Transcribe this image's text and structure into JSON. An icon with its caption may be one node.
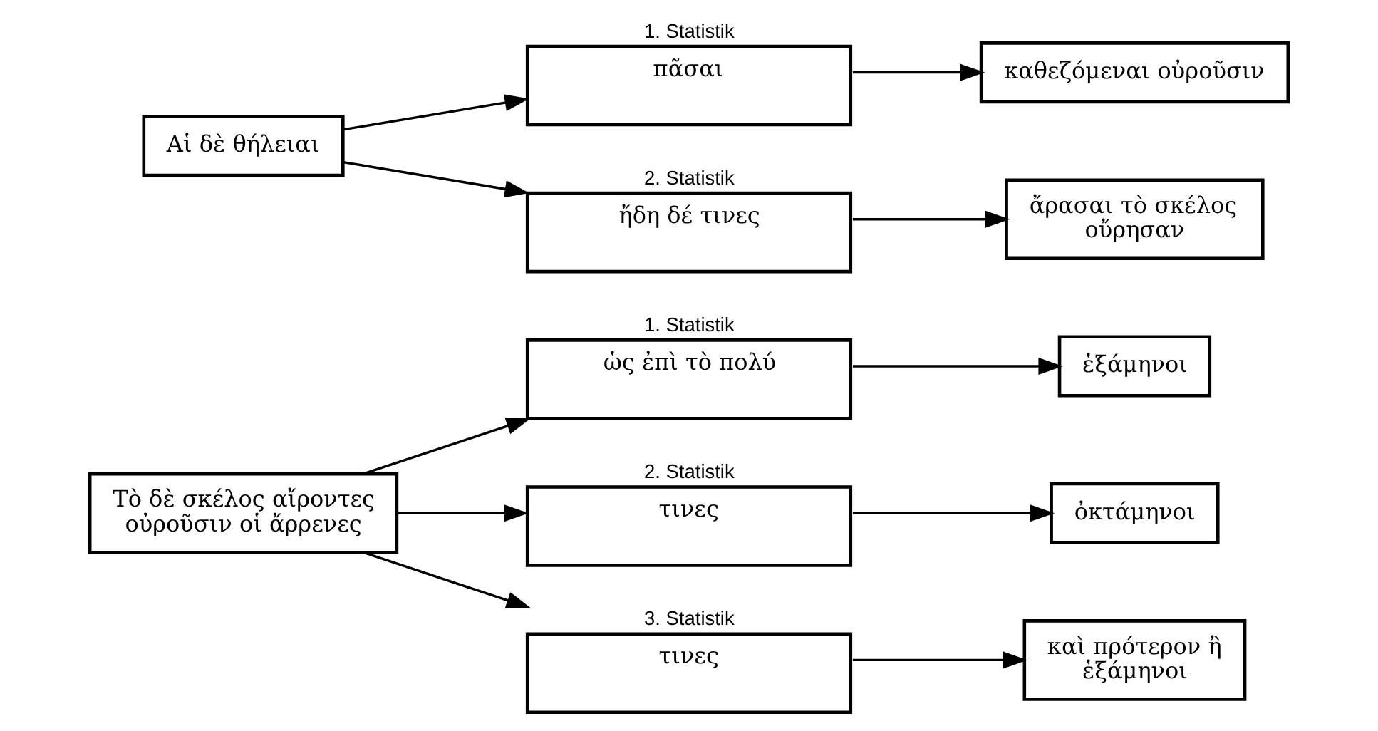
{
  "diagram": {
    "nodes": [
      {
        "text": [
          "Τὸ δὲ σκέλος αἴροντες οὐροῦσιν οἱ ἄρρενες"
        ]
      },
      {
        "text": [
          "1. Statistik",
          "ὡς ἐπὶ τὸ πολύ"
        ]
      },
      {
        "text": [
          "ἑξάμηνοι"
        ]
      },
      {
        "text": [
          "2. Statistik",
          "τινες"
        ]
      },
      {
        "text": [
          "ὀκτάμηνοι"
        ]
      },
      {
        "text": [
          "3. Statistik",
          "τινες"
        ]
      },
      {
        "text": [
          "καὶ πρότερον ἢ ἑξάμηνοι"
        ]
      },
      {
        "text": [
          "Αἱ δὲ θήλειαι"
        ]
      },
      {
        "text": [
          "1. Statistik",
          "πᾶσαι"
        ]
      },
      {
        "text": [
          "καθεζόμεναι οὐροῦσιν"
        ]
      },
      {
        "text": [
          "2. Statistik",
          "ἤδη δέ τινες"
        ]
      },
      {
        "text": [
          "ἄρασαι τὸ σκέλος οὔρησαν"
        ]
      }
    ],
    "edges": [
      {
        "from": 0,
        "to": 1,
        "arrow": "to"
      },
      {
        "from": 0,
        "to": 3,
        "arrow": "to"
      },
      {
        "from": 0,
        "to": 5,
        "arrow": "to"
      },
      {
        "from": 1,
        "to": 2,
        "arrow": "to"
      },
      {
        "from": 3,
        "to": 4,
        "arrow": "to"
      },
      {
        "from": 5,
        "to": 6,
        "arrow": "to"
      },
      {
        "from": 7,
        "to": 8,
        "arrow": "to"
      },
      {
        "from": 7,
        "to": 10,
        "arrow": "to"
      },
      {
        "from": 8,
        "to": 9,
        "arrow": "to"
      },
      {
        "from": 10,
        "to": 11,
        "arrow": "to"
      }
    ]
  }
}
